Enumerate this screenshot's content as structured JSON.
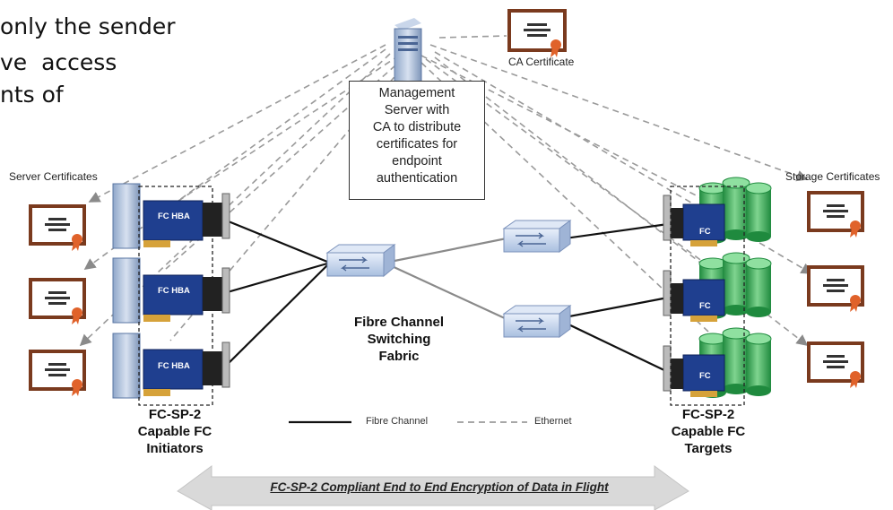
{
  "header_fragment": {
    "lines": [
      "only the sender",
      "ve  access",
      "nts of"
    ]
  },
  "management_server": {
    "lines": [
      "Management",
      "Server with",
      "CA to distribute",
      "certificates for",
      "endpoint",
      "authentication"
    ]
  },
  "labels": {
    "ca_certificate": "CA Certificate",
    "server_certificates": "Server Certificates",
    "storage_certificates": "Storage Certificates",
    "fabric": [
      "Fibre Channel",
      "Switching",
      "Fabric"
    ],
    "initiators": [
      "FC-SP-2",
      "Capable FC",
      "Initiators"
    ],
    "targets": [
      "FC-SP-2",
      "Capable FC",
      "Targets"
    ],
    "hba_label": "FC HBA",
    "target_card_label": "FC"
  },
  "legend": {
    "fibre_channel": "Fibre Channel",
    "ethernet": "Ethernet"
  },
  "footer_arrow": {
    "text": "FC-SP-2 Compliant End to End Encryption of Data in Flight"
  },
  "colors": {
    "certificate_border": "#7a3a1e",
    "certificate_seal": "#e0622a",
    "card_blue": "#1f3f8f",
    "disk_green": "#2e9e4e",
    "switch_blue": "#b8cce8",
    "arrow_gray": "#d9d9d9"
  }
}
